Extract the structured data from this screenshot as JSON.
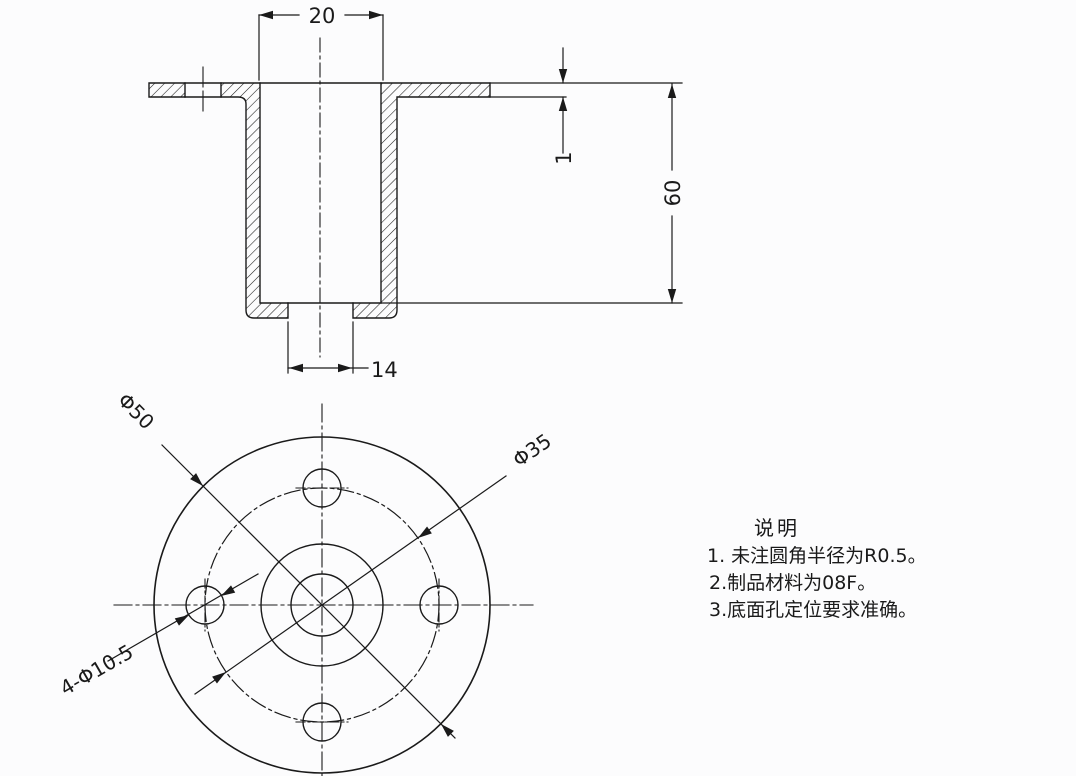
{
  "meta": {
    "background": "#fcfcfd",
    "line_color": "#1a1a1a"
  },
  "section_view": {
    "dim_width_top": "20",
    "dim_flange_thickness": "1",
    "dim_height": "60",
    "dim_hole_bottom": "14"
  },
  "plan_view": {
    "dim_outer_diameter": "Φ50",
    "dim_bolt_circle": "Φ35",
    "dim_bolt_holes": "4-Φ10.5"
  },
  "notes": {
    "title": "说明",
    "items": [
      "1. 未注圆角半径为R0.5。",
      "2.制品材料为08F。",
      "3.底面孔定位要求准确。"
    ]
  }
}
